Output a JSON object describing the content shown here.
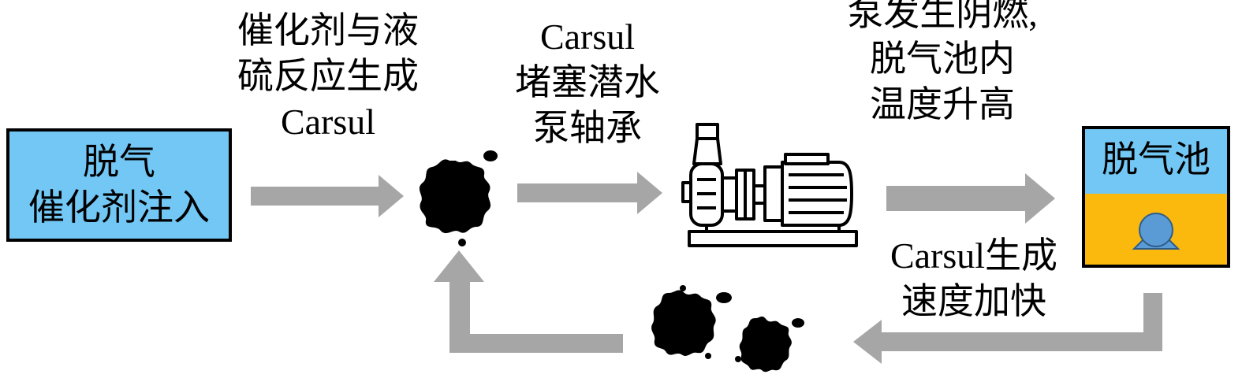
{
  "inject_box": {
    "line1": "脱气",
    "line2": "催化剂注入"
  },
  "label_reaction": {
    "line1": "催化剂与液",
    "line2": "硫反应生成",
    "line3": "Carsul"
  },
  "label_block": {
    "line1": "Carsul",
    "line2": "堵塞潜水",
    "line3": "泵轴承"
  },
  "label_smolder": {
    "line1": "泵发生阴燃,",
    "line2": "脱气池内",
    "line3": "温度升高"
  },
  "degas_tank": {
    "label": "脱气池"
  },
  "label_faster": {
    "line1": "Carsul生成",
    "line2": "速度加快"
  },
  "colors": {
    "box_blue": "#72c7f5",
    "tank_yellow": "#fbb90e",
    "arrow_gray": "#a6a6a6",
    "pump_blue": "#5b9bd5"
  },
  "icons": {
    "carsul_blob": "black-splat-icon",
    "pump": "submersible-pump-icon",
    "tank_pump": "pump-symbol-icon"
  }
}
